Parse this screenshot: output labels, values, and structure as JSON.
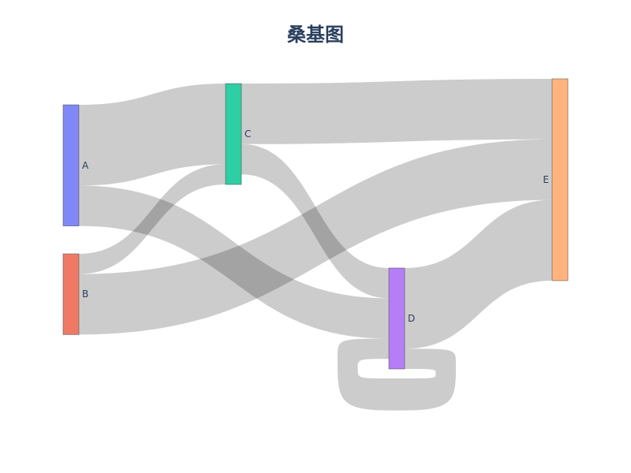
{
  "chart_data": {
    "type": "sankey",
    "title": "桑基图",
    "nodes": [
      {
        "label": "A",
        "color": "#8088f8"
      },
      {
        "label": "B",
        "color": "#f07966"
      },
      {
        "label": "C",
        "color": "#2ecfa4"
      },
      {
        "label": "D",
        "color": "#b57ef6"
      },
      {
        "label": "E",
        "color": "#ffb47d"
      }
    ],
    "links": [
      {
        "source": "A",
        "target": "C",
        "value": 8
      },
      {
        "source": "A",
        "target": "D",
        "value": 4
      },
      {
        "source": "B",
        "target": "C",
        "value": 2
      },
      {
        "source": "B",
        "target": "E",
        "value": 6
      },
      {
        "source": "C",
        "target": "E",
        "value": 6
      },
      {
        "source": "C",
        "target": "D",
        "value": 3
      },
      {
        "source": "D",
        "target": "E",
        "value": 8
      },
      {
        "source": "D",
        "target": "D",
        "value": 2
      }
    ],
    "link_color": "#000000",
    "link_opacity": 0.2
  }
}
